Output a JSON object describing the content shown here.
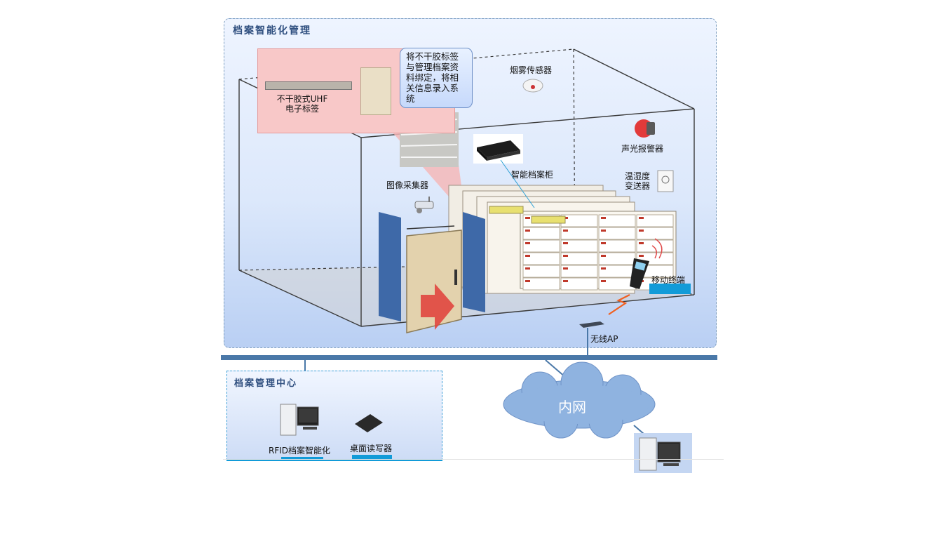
{
  "zones": {
    "main_title": "档案智能化管理",
    "center_title": "档案管理中心"
  },
  "labels": {
    "tag": "不干胶式UHF\n电子标签",
    "bind_note": "将不干胶标签与管理档案资料绑定，将相关信息录入系统",
    "smoke_sensor": "烟雾传感器",
    "alarm": "声光报警器",
    "cabinet": "智能档案柜",
    "camera": "图像采集器",
    "thermo": "温湿度\n变送器",
    "mobile": "移动终端",
    "ap": "无线AP",
    "intranet": "内网",
    "rfid_pc": "RFID档案智能化",
    "desk_reader": "桌面读写器"
  },
  "colors": {
    "bus": "#4a78a8",
    "highlight": "#129bd8",
    "cloud": "#8fb3e0",
    "tag_panel": "#f8c8c8",
    "door_blue": "#3e69a8",
    "arrow_red": "#e0463f"
  },
  "icons": {
    "smoke": "smoke-sensor-icon",
    "alarm": "alarm-light-icon",
    "thermo": "thermometer-panel-icon",
    "camera": "camera-icon",
    "reader": "rfid-reader-icon",
    "handheld": "handheld-terminal-icon",
    "ap": "wireless-ap-icon",
    "pc": "desktop-computer-icon"
  }
}
